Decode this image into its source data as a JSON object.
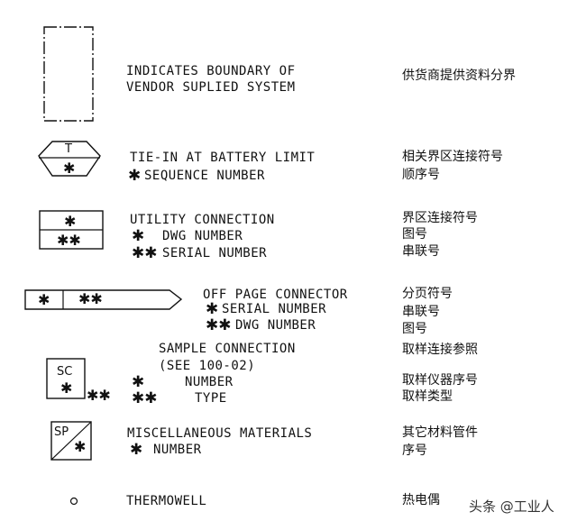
{
  "legend": {
    "vendor_boundary": {
      "line1": "INDICATES BOUNDARY OF",
      "line2": "VENDOR SUPLIED SYSTEM",
      "cn": "供货商提供资料分界"
    },
    "tie_in": {
      "symbol_top": "T",
      "symbol_bottom": "✱",
      "line1": "TIE-IN AT BATTERY LIMIT",
      "line2_prefix": "✱",
      "line2": "SEQUENCE NUMBER",
      "cn1": "相关界区连接符号",
      "cn2": "顺序号"
    },
    "utility": {
      "symbol_top": "✱",
      "symbol_bottom": "✱✱",
      "line1": "UTILITY CONNECTION",
      "line2_prefix": "✱",
      "line2": "DWG NUMBER",
      "line3_prefix": "✱✱",
      "line3": "SERIAL NUMBER",
      "cn1": "界区连接符号",
      "cn2": "图号",
      "cn3": "串联号"
    },
    "off_page": {
      "symbol_left": "✱",
      "symbol_right": "✱✱",
      "line1": "OFF PAGE CONNECTOR",
      "line2_prefix": "✱",
      "line2": "SERIAL NUMBER",
      "line3_prefix": "✱✱",
      "line3": "DWG NUMBER",
      "cn1": "分页符号",
      "cn2": "串联号",
      "cn3": "图号"
    },
    "sample": {
      "symbol_top": "SC",
      "symbol_bottom": "✱",
      "symbol_outside": "✱✱",
      "line1": "SAMPLE CONNECTION",
      "line2": "(SEE 100-02)",
      "line3_prefix": "✱",
      "line3": "NUMBER",
      "line4_prefix": "✱✱",
      "line4": "TYPE",
      "cn1": "取样连接参照",
      "cn2": "取样仪器序号",
      "cn3": "取样类型"
    },
    "misc": {
      "symbol_top": "SP",
      "symbol_bottom": "✱",
      "line1": "MISCELLANEOUS MATERIALS",
      "line2_prefix": "✱",
      "line2": "NUMBER",
      "cn1": "其它材料管件",
      "cn2": "序号"
    },
    "thermowell": {
      "line1": "THERMOWELL",
      "cn1": "热电偶"
    }
  },
  "watermark": "头条 @工业人",
  "colors": {
    "ink": "#111111",
    "paper": "#ffffff"
  }
}
